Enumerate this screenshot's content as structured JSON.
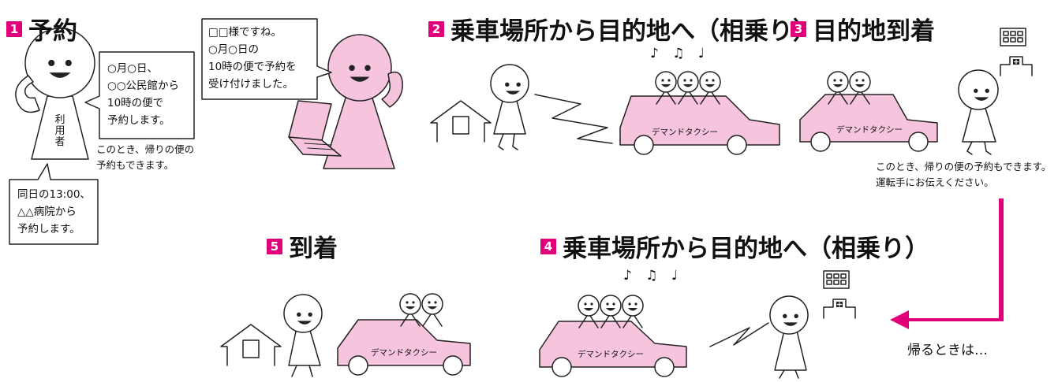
{
  "steps": [
    {
      "number": "1",
      "title": "予約"
    },
    {
      "number": "2",
      "title": "乗車場所から目的地へ（相乗り）"
    },
    {
      "number": "3",
      "title": "目的地到着"
    },
    {
      "number": "4",
      "title": "乗車場所から目的地へ（相乗り）"
    },
    {
      "number": "5",
      "title": "到着"
    }
  ],
  "panel1": {
    "user_label": [
      "利",
      "用",
      "者"
    ],
    "user_bubble": [
      "○月○日、",
      "○○公民館から",
      "10時の便で",
      "予約します。"
    ],
    "note": [
      "このとき、帰りの便の",
      "予約もできます。"
    ],
    "return_bubble": [
      "同日の13:00、",
      "△△病院から",
      "予約します。"
    ],
    "operator_bubble": [
      "□□様ですね。",
      "○月○日の",
      "10時の便で予約を",
      "受け付けました。"
    ]
  },
  "panel3": {
    "note": [
      "このとき、帰りの便の予約もできます。",
      "運転手にお伝えください。"
    ]
  },
  "taxi_label": "デマンドタクシー",
  "music_notes": "♪ ♫ ♩",
  "return_label": "帰るときは…",
  "colors": {
    "accent": "#e0007a",
    "taxi_fill": "#f6c4dc"
  },
  "icons": [
    "house-icon",
    "hospital-icon",
    "phone-signal-icon",
    "taxi-icon",
    "return-arrow-icon"
  ]
}
